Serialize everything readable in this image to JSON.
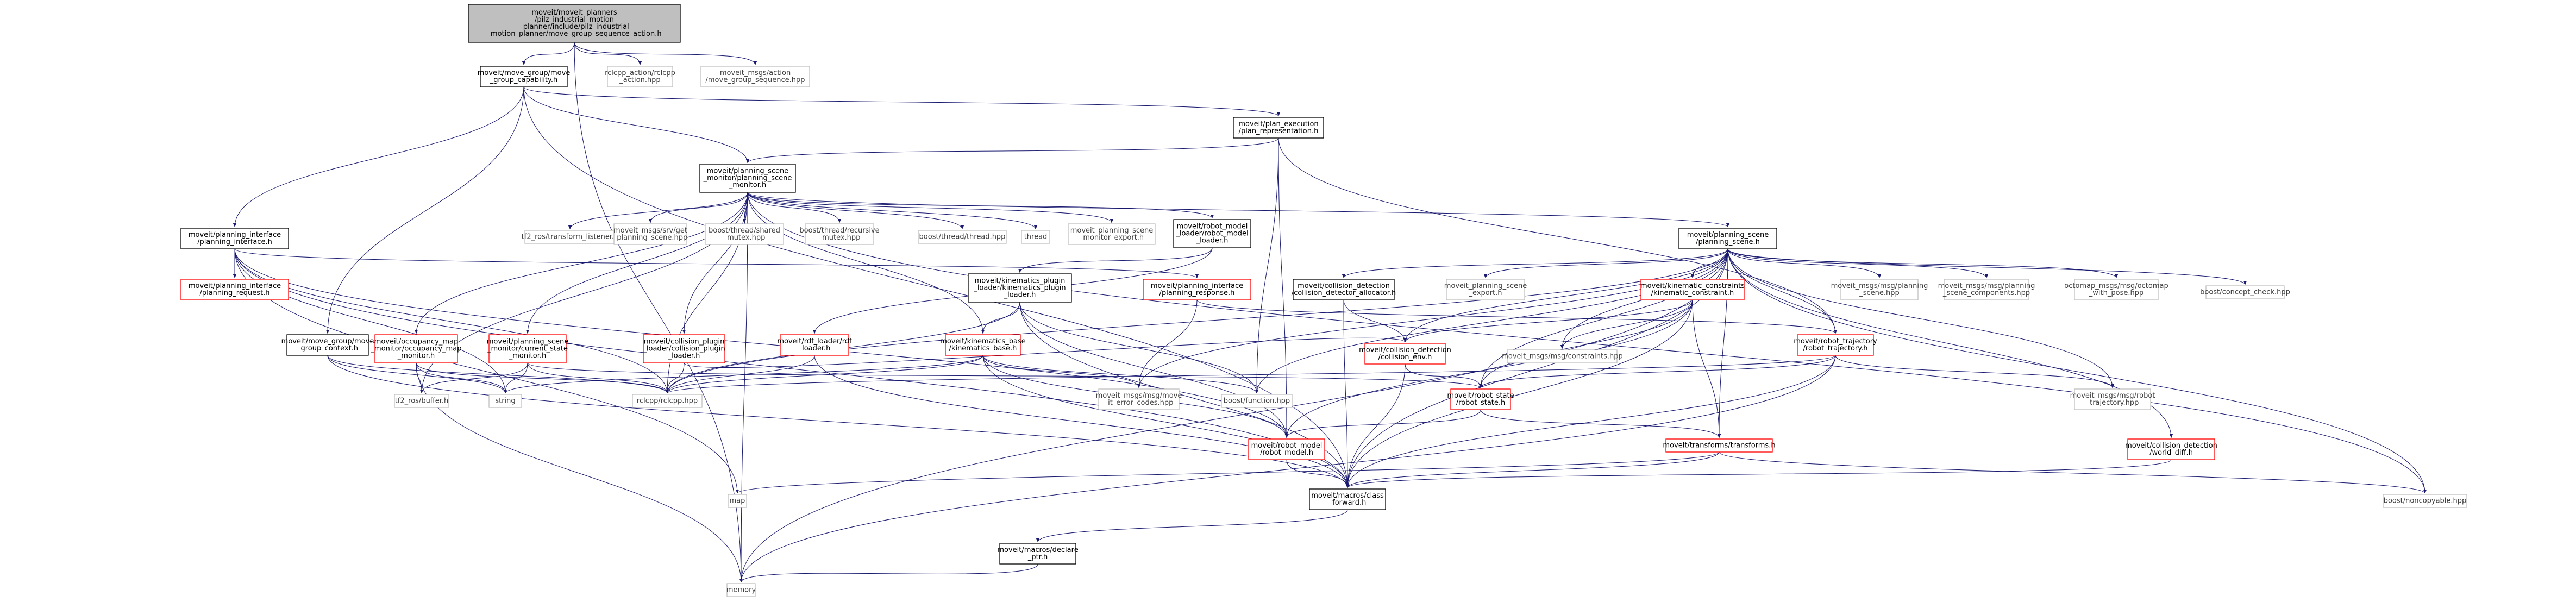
{
  "colors": {
    "edge": "#191970",
    "box_black": "#000000",
    "box_red": "#ff0000",
    "box_gray": "#bfbfbf",
    "fill_root": "#bfbfbf",
    "text_dark": "#000000",
    "text_light": "#404040"
  },
  "nodes": [
    {
      "id": "root",
      "label": "moveit/moveit_planners\n/pilz_industrial_motion\n_planner/include/pilz_industrial\n_motion_planner/move_group_sequence_action.h",
      "style": "root"
    },
    {
      "id": "mgcap",
      "label": "moveit/move_group/move\n_group_capability.h",
      "style": "black"
    },
    {
      "id": "rclaction",
      "label": "rclcpp_action/rclcpp\n_action.hpp",
      "style": "gray"
    },
    {
      "id": "mgseqhpp",
      "label": "moveit_msgs/action\n/move_group_sequence.hpp",
      "style": "gray"
    },
    {
      "id": "planexec",
      "label": "moveit/plan_execution\n/plan_representation.h",
      "style": "black"
    },
    {
      "id": "psm",
      "label": "moveit/planning_scene\n_monitor/planning_scene\n_monitor.h",
      "style": "black"
    },
    {
      "id": "planif",
      "label": "moveit/planning_interface\n/planning_interface.h",
      "style": "black"
    },
    {
      "id": "tf2listener",
      "label": "tf2_ros/transform_listener.h",
      "style": "gray"
    },
    {
      "id": "getps",
      "label": "moveit_msgs/srv/get\n_planning_scene.hpp",
      "style": "gray"
    },
    {
      "id": "sharedmutex",
      "label": "boost/thread/shared\n_mutex.hpp",
      "style": "gray"
    },
    {
      "id": "recmutex",
      "label": "boost/thread/recursive\n_mutex.hpp",
      "style": "gray"
    },
    {
      "id": "boostthread",
      "label": "boost/thread/thread.hpp",
      "style": "gray"
    },
    {
      "id": "thread",
      "label": "thread",
      "style": "gray"
    },
    {
      "id": "psmexport",
      "label": "moveit_planning_scene\n_monitor_export.h",
      "style": "gray"
    },
    {
      "id": "rmloader",
      "label": "moveit/robot_model\n_loader/robot_model\n_loader.h",
      "style": "black"
    },
    {
      "id": "ps",
      "label": "moveit/planning_scene\n/planning_scene.h",
      "style": "black"
    },
    {
      "id": "planreq",
      "label": "moveit/planning_interface\n/planning_request.h",
      "style": "red"
    },
    {
      "id": "planresp",
      "label": "moveit/planning_interface\n/planning_response.h",
      "style": "red"
    },
    {
      "id": "kinloader",
      "label": "moveit/kinematics_plugin\n_loader/kinematics_plugin\n_loader.h",
      "style": "black"
    },
    {
      "id": "cdalloc",
      "label": "moveit/collision_detection\n/collision_detector_allocator.h",
      "style": "black"
    },
    {
      "id": "psexport",
      "label": "moveit_planning_scene\n_export.h",
      "style": "gray"
    },
    {
      "id": "kincon",
      "label": "moveit/kinematic_constraints\n/kinematic_constraint.h",
      "style": "red"
    },
    {
      "id": "msgps",
      "label": "moveit_msgs/msg/planning\n_scene.hpp",
      "style": "gray"
    },
    {
      "id": "msgpsc",
      "label": "moveit_msgs/msg/planning\n_scene_components.hpp",
      "style": "gray"
    },
    {
      "id": "octomap",
      "label": "octomap_msgs/msg/octomap\n_with_pose.hpp",
      "style": "gray"
    },
    {
      "id": "conceptcheck",
      "label": "boost/concept_check.hpp",
      "style": "gray"
    },
    {
      "id": "mgcontext",
      "label": "moveit/move_group/move\n_group_context.h",
      "style": "black"
    },
    {
      "id": "occmon",
      "label": "moveit/occupancy_map\n_monitor/occupancy_map\n_monitor.h",
      "style": "red"
    },
    {
      "id": "csmon",
      "label": "moveit/planning_scene\n_monitor/current_state\n_monitor.h",
      "style": "red"
    },
    {
      "id": "cploader",
      "label": "moveit/collision_plugin\n_loader/collision_plugin\n_loader.h",
      "style": "red"
    },
    {
      "id": "rdfloader",
      "label": "moveit/rdf_loader/rdf\n_loader.h",
      "style": "red"
    },
    {
      "id": "kinbase",
      "label": "moveit/kinematics_base\n/kinematics_base.h",
      "style": "red"
    },
    {
      "id": "cdenv",
      "label": "moveit/collision_detection\n/collision_env.h",
      "style": "red"
    },
    {
      "id": "msgconstraints",
      "label": "moveit_msgs/msg/constraints.hpp",
      "style": "gray"
    },
    {
      "id": "robottraj",
      "label": "moveit/robot_trajectory\n/robot_trajectory.h",
      "style": "red"
    },
    {
      "id": "tf2buffer",
      "label": "tf2_ros/buffer.h",
      "style": "gray"
    },
    {
      "id": "string",
      "label": "string",
      "style": "gray"
    },
    {
      "id": "rclcpp",
      "label": "rclcpp/rclcpp.hpp",
      "style": "gray"
    },
    {
      "id": "errcodes",
      "label": "moveit_msgs/msg/move\n_it_error_codes.hpp",
      "style": "gray"
    },
    {
      "id": "boostfunc",
      "label": "boost/function.hpp",
      "style": "gray"
    },
    {
      "id": "robotstate",
      "label": "moveit/robot_state\n/robot_state.h",
      "style": "red"
    },
    {
      "id": "msgrobottraj",
      "label": "moveit_msgs/msg/robot\n_trajectory.hpp",
      "style": "gray"
    },
    {
      "id": "robotmodel",
      "label": "moveit/robot_model\n/robot_model.h",
      "style": "red"
    },
    {
      "id": "transforms",
      "label": "moveit/transforms/transforms.h",
      "style": "red"
    },
    {
      "id": "worlddiff",
      "label": "moveit/collision_detection\n/world_diff.h",
      "style": "red"
    },
    {
      "id": "map",
      "label": "map",
      "style": "gray"
    },
    {
      "id": "classfwd",
      "label": "moveit/macros/class\n_forward.h",
      "style": "black"
    },
    {
      "id": "noncopyable",
      "label": "boost/noncopyable.hpp",
      "style": "gray"
    },
    {
      "id": "declareptr",
      "label": "moveit/macros/declare\n_ptr.h",
      "style": "black"
    },
    {
      "id": "memory",
      "label": "memory",
      "style": "gray"
    }
  ],
  "edges": [
    [
      "root",
      "mgcap"
    ],
    [
      "root",
      "rclaction"
    ],
    [
      "root",
      "mgseqhpp"
    ],
    [
      "root",
      "memory"
    ],
    [
      "mgcap",
      "planexec"
    ],
    [
      "mgcap",
      "psm"
    ],
    [
      "mgcap",
      "planif"
    ],
    [
      "mgcap",
      "mgcontext"
    ],
    [
      "mgcap",
      "classfwd"
    ],
    [
      "planexec",
      "psm"
    ],
    [
      "planexec",
      "robottraj"
    ],
    [
      "planexec",
      "boostfunc"
    ],
    [
      "planexec",
      "robotmodel"
    ],
    [
      "psm",
      "tf2listener"
    ],
    [
      "psm",
      "getps"
    ],
    [
      "psm",
      "sharedmutex"
    ],
    [
      "psm",
      "recmutex"
    ],
    [
      "psm",
      "boostthread"
    ],
    [
      "psm",
      "thread"
    ],
    [
      "psm",
      "psmexport"
    ],
    [
      "psm",
      "rmloader"
    ],
    [
      "psm",
      "ps"
    ],
    [
      "psm",
      "occmon"
    ],
    [
      "psm",
      "csmon"
    ],
    [
      "psm",
      "cploader"
    ],
    [
      "psm",
      "rclcpp"
    ],
    [
      "psm",
      "tf2buffer"
    ],
    [
      "psm",
      "memory"
    ],
    [
      "psm",
      "noncopyable"
    ],
    [
      "psm",
      "kinbase"
    ],
    [
      "planif",
      "planreq"
    ],
    [
      "planif",
      "planresp"
    ],
    [
      "planif",
      "string"
    ],
    [
      "planif",
      "rclcpp"
    ],
    [
      "planif",
      "map"
    ],
    [
      "planif",
      "classfwd"
    ],
    [
      "planif",
      "robotmodel"
    ],
    [
      "rmloader",
      "rdfloader"
    ],
    [
      "rmloader",
      "kinloader"
    ],
    [
      "ps",
      "cdalloc"
    ],
    [
      "ps",
      "psexport"
    ],
    [
      "ps",
      "kincon"
    ],
    [
      "ps",
      "msgps"
    ],
    [
      "ps",
      "msgpsc"
    ],
    [
      "ps",
      "octomap"
    ],
    [
      "ps",
      "conceptcheck"
    ],
    [
      "ps",
      "robottraj"
    ],
    [
      "ps",
      "cdenv"
    ],
    [
      "ps",
      "msgconstraints"
    ],
    [
      "ps",
      "worlddiff"
    ],
    [
      "ps",
      "boostfunc"
    ],
    [
      "ps",
      "noncopyable"
    ],
    [
      "ps",
      "classfwd"
    ],
    [
      "ps",
      "memory"
    ],
    [
      "ps",
      "rclcpp"
    ],
    [
      "ps",
      "robotstate"
    ],
    [
      "ps",
      "transforms"
    ],
    [
      "ps",
      "msgrobottraj"
    ],
    [
      "ps",
      "errcodes"
    ],
    [
      "planresp",
      "robottraj"
    ],
    [
      "planresp",
      "errcodes"
    ],
    [
      "kinloader",
      "kinbase"
    ],
    [
      "kinloader",
      "boostfunc"
    ],
    [
      "kinloader",
      "classfwd"
    ],
    [
      "kinloader",
      "rclcpp"
    ],
    [
      "kinloader",
      "robotmodel"
    ],
    [
      "cdalloc",
      "cdenv"
    ],
    [
      "cdalloc",
      "classfwd"
    ],
    [
      "kincon",
      "cdenv"
    ],
    [
      "kincon",
      "robotstate"
    ],
    [
      "kincon",
      "msgconstraints"
    ],
    [
      "kincon",
      "classfwd"
    ],
    [
      "kincon",
      "transforms"
    ],
    [
      "kincon",
      "robotmodel"
    ],
    [
      "mgcontext",
      "classfwd"
    ],
    [
      "mgcontext",
      "string"
    ],
    [
      "mgcontext",
      "rclcpp"
    ],
    [
      "occmon",
      "tf2buffer"
    ],
    [
      "occmon",
      "rclcpp"
    ],
    [
      "occmon",
      "memory"
    ],
    [
      "occmon",
      "string"
    ],
    [
      "csmon",
      "tf2buffer"
    ],
    [
      "csmon",
      "rclcpp"
    ],
    [
      "csmon",
      "string"
    ],
    [
      "csmon",
      "robotstate"
    ],
    [
      "cploader",
      "rclcpp"
    ],
    [
      "cploader",
      "cdenv"
    ],
    [
      "rdfloader",
      "rclcpp"
    ],
    [
      "rdfloader",
      "classfwd"
    ],
    [
      "kinbase",
      "rclcpp"
    ],
    [
      "kinbase",
      "errcodes"
    ],
    [
      "kinbase",
      "boostfunc"
    ],
    [
      "kinbase",
      "string"
    ],
    [
      "kinbase",
      "classfwd"
    ],
    [
      "kinbase",
      "robotmodel"
    ],
    [
      "cdenv",
      "robotstate"
    ],
    [
      "cdenv",
      "classfwd"
    ],
    [
      "robottraj",
      "robotstate"
    ],
    [
      "robottraj",
      "msgrobottraj"
    ],
    [
      "robottraj",
      "classfwd"
    ],
    [
      "robottraj",
      "memory"
    ],
    [
      "robottraj",
      "rclcpp"
    ],
    [
      "robotstate",
      "robotmodel"
    ],
    [
      "robotstate",
      "transforms"
    ],
    [
      "robotmodel",
      "classfwd"
    ],
    [
      "transforms",
      "classfwd"
    ],
    [
      "transforms",
      "map"
    ],
    [
      "transforms",
      "noncopyable"
    ],
    [
      "worlddiff",
      "classfwd"
    ],
    [
      "classfwd",
      "declareptr"
    ],
    [
      "declareptr",
      "memory"
    ]
  ]
}
